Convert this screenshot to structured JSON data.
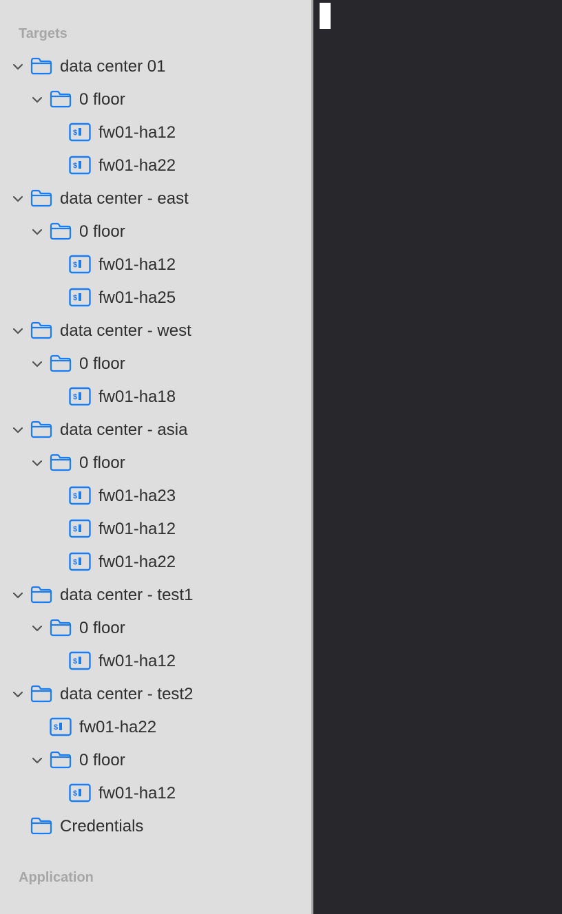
{
  "sidebar": {
    "section_targets": "Targets",
    "section_application": "Application",
    "tree": [
      {
        "label": "data center 01",
        "type": "folder",
        "level": 0,
        "expanded": true
      },
      {
        "label": "0 floor",
        "type": "folder",
        "level": 1,
        "expanded": true
      },
      {
        "label": "fw01-ha12",
        "type": "host",
        "level": 2
      },
      {
        "label": "fw01-ha22",
        "type": "host",
        "level": 2
      },
      {
        "label": "data center - east",
        "type": "folder",
        "level": 0,
        "expanded": true
      },
      {
        "label": "0 floor",
        "type": "folder",
        "level": 1,
        "expanded": true
      },
      {
        "label": "fw01-ha12",
        "type": "host",
        "level": 2
      },
      {
        "label": "fw01-ha25",
        "type": "host",
        "level": 2
      },
      {
        "label": "data center - west",
        "type": "folder",
        "level": 0,
        "expanded": true
      },
      {
        "label": "0 floor",
        "type": "folder",
        "level": 1,
        "expanded": true
      },
      {
        "label": "fw01-ha18",
        "type": "host",
        "level": 2
      },
      {
        "label": "data center - asia",
        "type": "folder",
        "level": 0,
        "expanded": true
      },
      {
        "label": "0 floor",
        "type": "folder",
        "level": 1,
        "expanded": true
      },
      {
        "label": "fw01-ha23",
        "type": "host",
        "level": 2
      },
      {
        "label": "fw01-ha12",
        "type": "host",
        "level": 2
      },
      {
        "label": "fw01-ha22",
        "type": "host",
        "level": 2
      },
      {
        "label": "data center - test1",
        "type": "folder",
        "level": 0,
        "expanded": true
      },
      {
        "label": "0 floor",
        "type": "folder",
        "level": 1,
        "expanded": true
      },
      {
        "label": "fw01-ha12",
        "type": "host",
        "level": 2
      },
      {
        "label": "data center - test2",
        "type": "folder",
        "level": 0,
        "expanded": true
      },
      {
        "label": "fw01-ha22",
        "type": "host",
        "level": 1
      },
      {
        "label": "0 floor",
        "type": "folder",
        "level": 1,
        "expanded": true
      },
      {
        "label": "fw01-ha12",
        "type": "host",
        "level": 2
      },
      {
        "label": "Credentials",
        "type": "folder",
        "level": 0,
        "expanded": false,
        "leaf": true
      }
    ]
  },
  "colors": {
    "accent": "#1a7cf5",
    "sidebar_bg": "#dedede",
    "terminal_bg": "#28282c"
  }
}
